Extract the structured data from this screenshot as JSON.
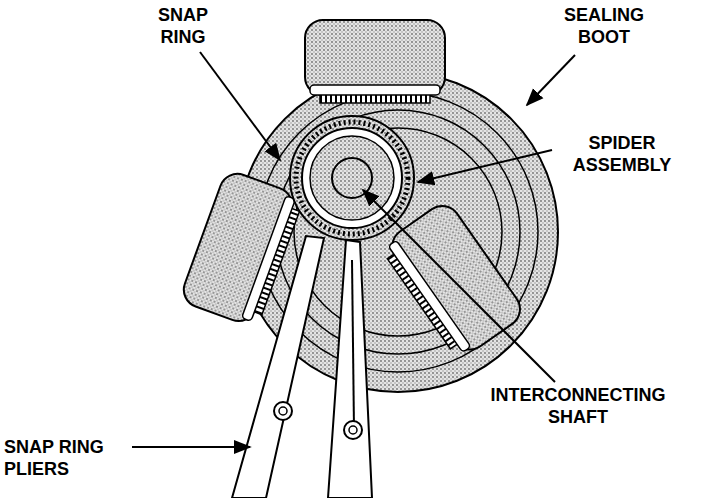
{
  "diagram": {
    "labels": [
      "SNAP RING",
      "SEALING BOOT",
      "SPIDER ASSEMBLY",
      "INTERCONNECTING SHAFT",
      "SNAP RING PLIERS"
    ]
  }
}
